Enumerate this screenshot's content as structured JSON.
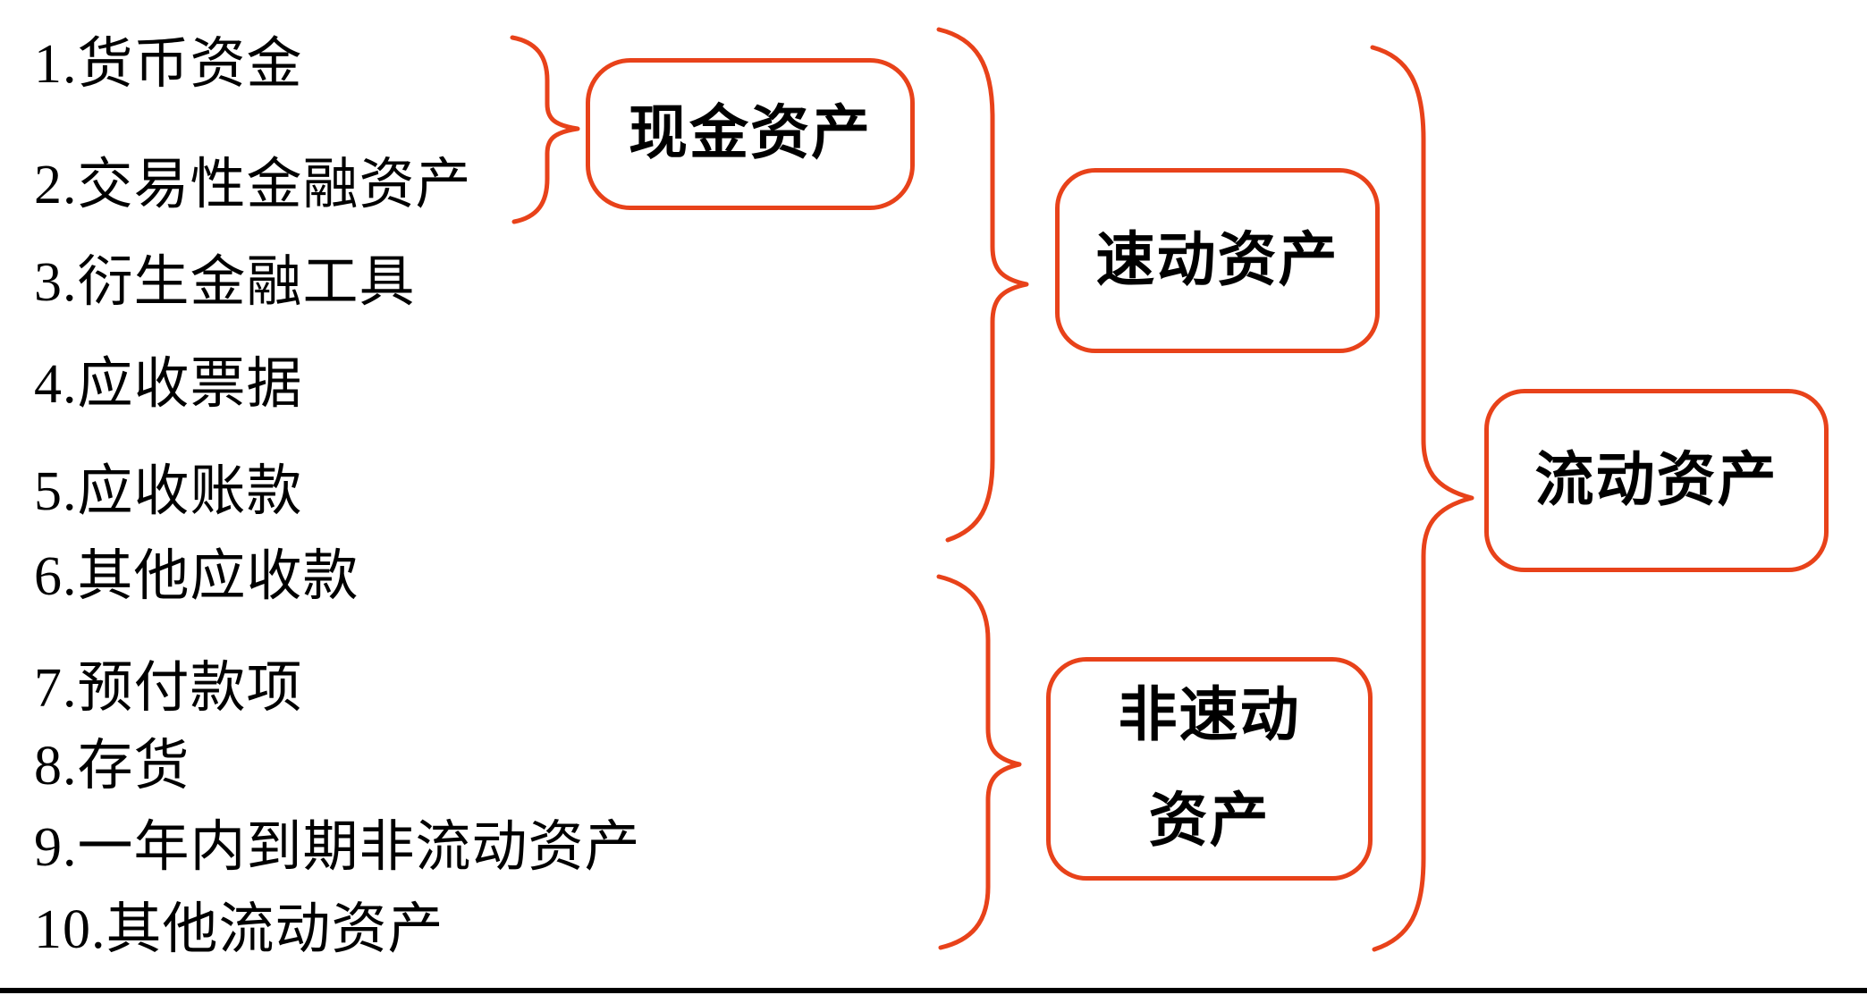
{
  "colors": {
    "accent": "#e8421a",
    "ink": "#000000",
    "background": "#ffffff"
  },
  "list": {
    "items": [
      "1.货币资金",
      "2.交易性金融资产",
      "3.衍生金融工具",
      "4.应收票据",
      "5.应收账款",
      "6.其他应收款",
      "7.预付款项",
      "8.存货",
      "9.一年内到期非流动资产",
      "10.其他流动资产"
    ]
  },
  "groups": {
    "cash_assets": {
      "label": "现金资产"
    },
    "quick_assets": {
      "label": "速动资产"
    },
    "non_quick_assets": {
      "label_line1": "非速动",
      "label_line2": "资产"
    },
    "current_assets": {
      "label": "流动资产"
    }
  }
}
